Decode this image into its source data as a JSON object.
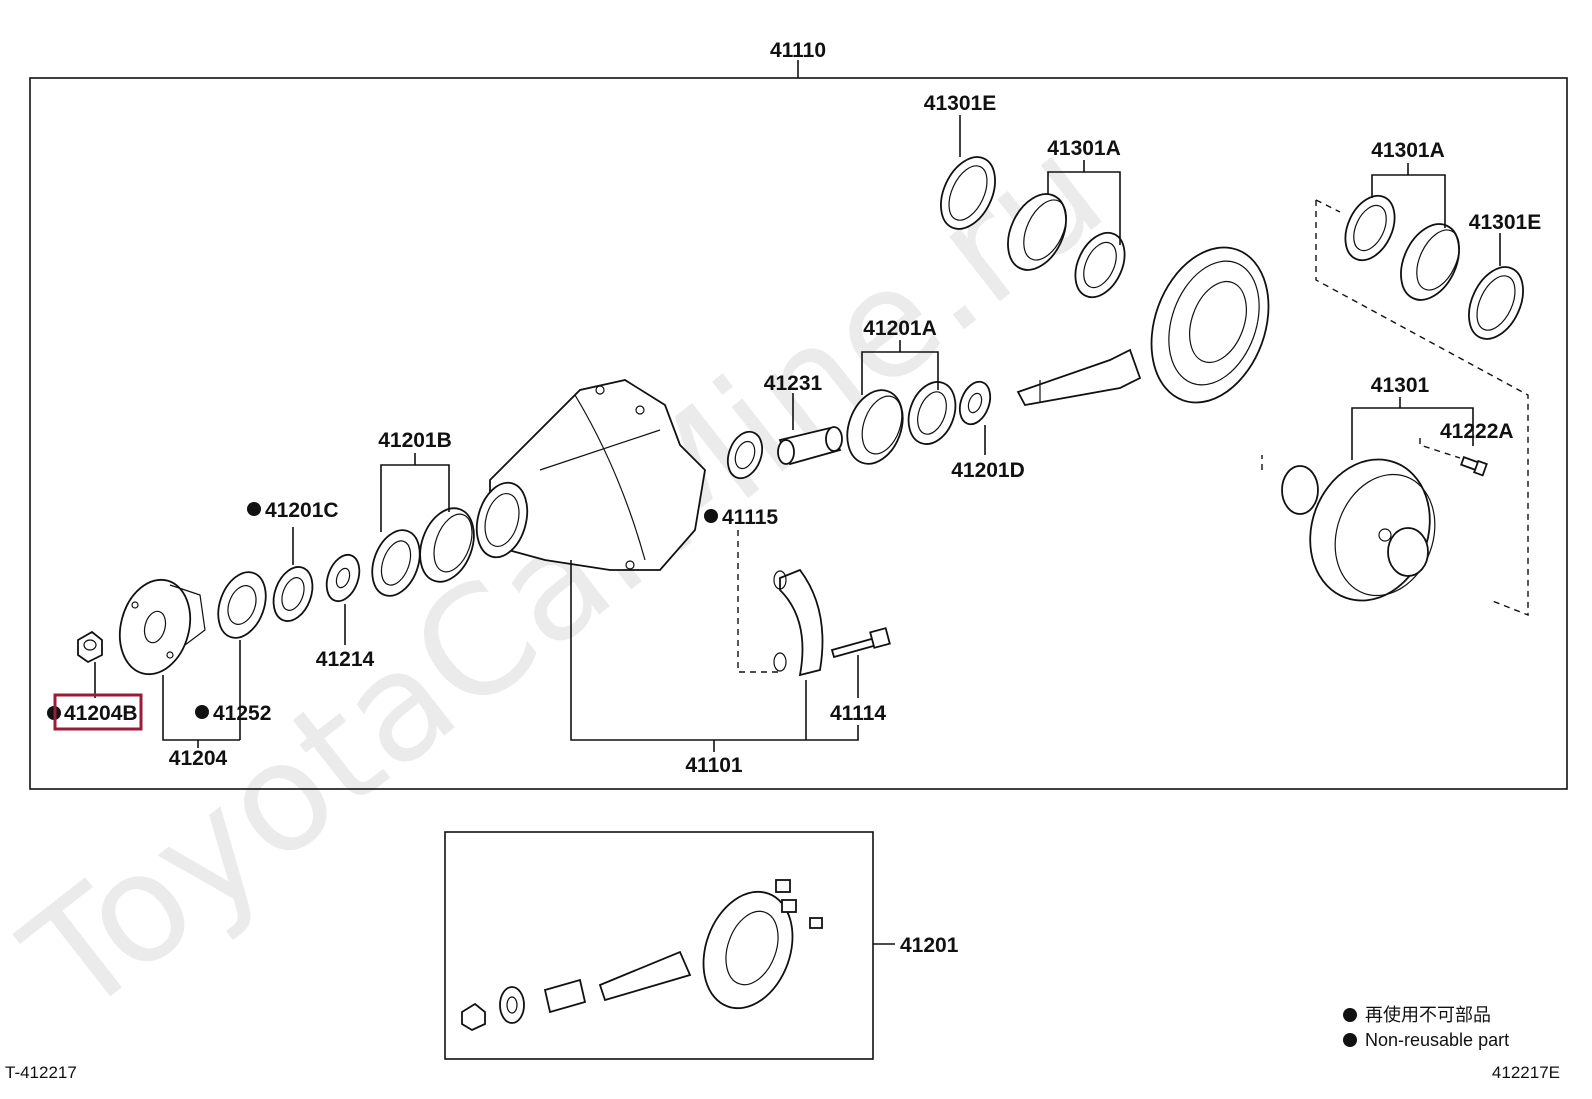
{
  "watermark": "ToyotaCarMine.ru",
  "highlight_color": "#9b1b3a",
  "labels": {
    "p41110": "41110",
    "p41301E_top": "41301E",
    "p41301A_left": "41301A",
    "p41301A_right": "41301A",
    "p41301E_right": "41301E",
    "p41201A": "41201A",
    "p41231": "41231",
    "p41201B": "41201B",
    "p41201C": "41201C",
    "p41115": "41115",
    "p41201D": "41201D",
    "p41301": "41301",
    "p41222A": "41222A",
    "p41214": "41214",
    "p41204B": "41204B",
    "p41252": "41252",
    "p41204": "41204",
    "p41114": "41114",
    "p41101": "41101",
    "p41201": "41201"
  },
  "legend": {
    "line1": "再使用不可部品",
    "line2": "Non-reusable part"
  },
  "footer": {
    "left_code": "T-412217",
    "right_code": "412217E"
  }
}
